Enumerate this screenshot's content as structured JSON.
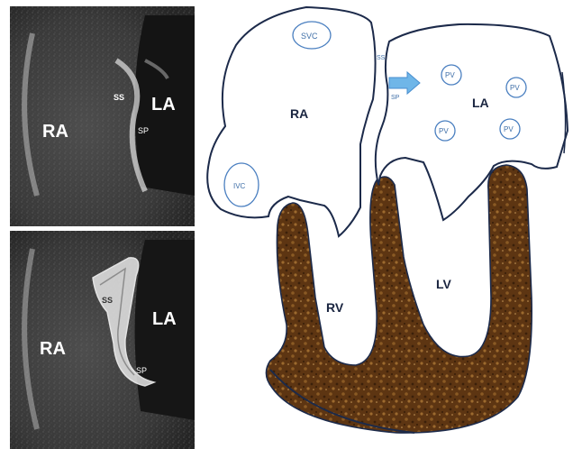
{
  "echo_top": {
    "ra": "RA",
    "la": "LA",
    "ss": "SS",
    "sp": "SP"
  },
  "echo_bottom": {
    "ra": "RA",
    "la": "LA",
    "ss": "SS",
    "sp": "SP"
  },
  "heart": {
    "chambers": {
      "ra": "RA",
      "la": "LA",
      "rv": "RV",
      "lv": "LV"
    },
    "vessels": {
      "svc": "SVC",
      "ivc": "IVC",
      "pv": [
        "PV",
        "PV",
        "PV",
        "PV"
      ]
    },
    "septum": {
      "ss": "SS",
      "sp": "SP"
    }
  },
  "colors": {
    "outline": "#1c2a4a",
    "vessel": "#4a7fc0",
    "arrow": "#6fb6e8",
    "myocardium": "#6b3e16",
    "echo_bg": "#2b2b2b"
  }
}
